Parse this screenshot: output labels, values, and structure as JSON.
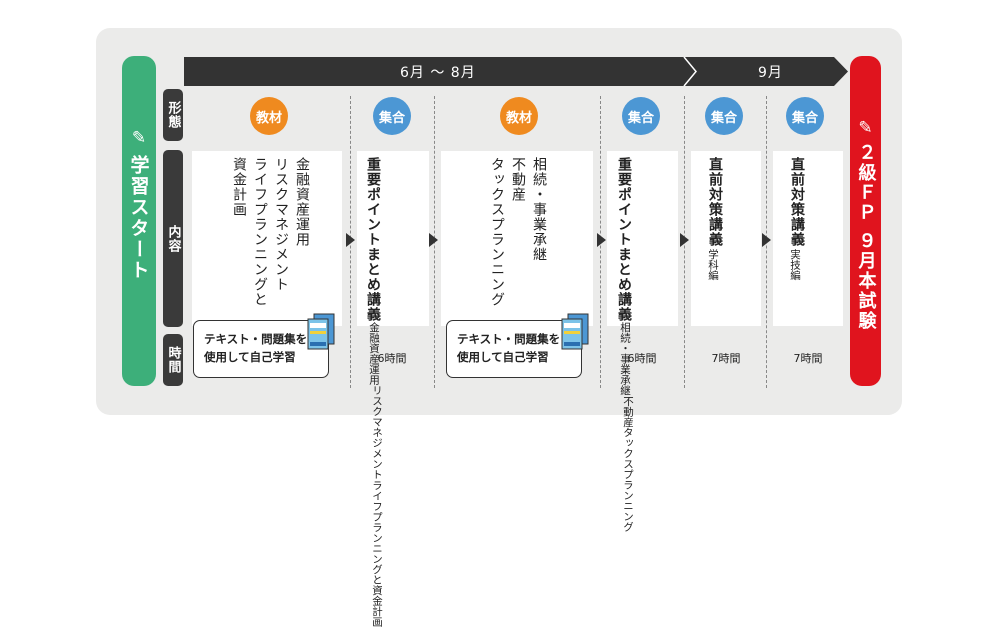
{
  "start": {
    "label": "学習スタート",
    "icon": "pencil-icon"
  },
  "exam": {
    "label": "２級ＦＰ ９月本試験",
    "icon": "pencil-icon"
  },
  "timeline": {
    "period1": "6月 〜 8月",
    "period2": "9月"
  },
  "row_labels": {
    "form": "形態",
    "content": "内容",
    "time": "時間"
  },
  "columns": [
    {
      "badge": "教材",
      "lines": [
        "金融資産運用",
        "リスクマネジメント",
        "ライフプランニングと",
        "資金計画"
      ],
      "self_study": [
        "テキスト・問題集を",
        "使用して自己学習"
      ]
    },
    {
      "badge": "集合",
      "title": "重要ポイントまとめ講義",
      "lines": [
        "金融資産運用",
        "リスクマネジメント",
        "ライフプランニングと資金計画"
      ],
      "hours": "6時間"
    },
    {
      "badge": "教材",
      "lines": [
        "相続・事業承継",
        "不動産",
        "タックスプランニング"
      ],
      "self_study": [
        "テキスト・問題集を",
        "使用して自己学習"
      ]
    },
    {
      "badge": "集合",
      "title": "重要ポイントまとめ講義",
      "lines": [
        "相続・事業承継",
        "不動産",
        "タックスプランニング"
      ],
      "hours": "6時間"
    },
    {
      "badge": "集合",
      "title": "直前対策講義",
      "lines": [
        "学科編"
      ],
      "hours": "7時間"
    },
    {
      "badge": "集合",
      "title": "直前対策講義",
      "lines": [
        "実技編"
      ],
      "hours": "7時間"
    }
  ],
  "colors": {
    "green": "#3daf7a",
    "red": "#e0141e",
    "orange": "#ef8a1f",
    "blue": "#4c97d4",
    "dark": "#3a3a3a"
  }
}
